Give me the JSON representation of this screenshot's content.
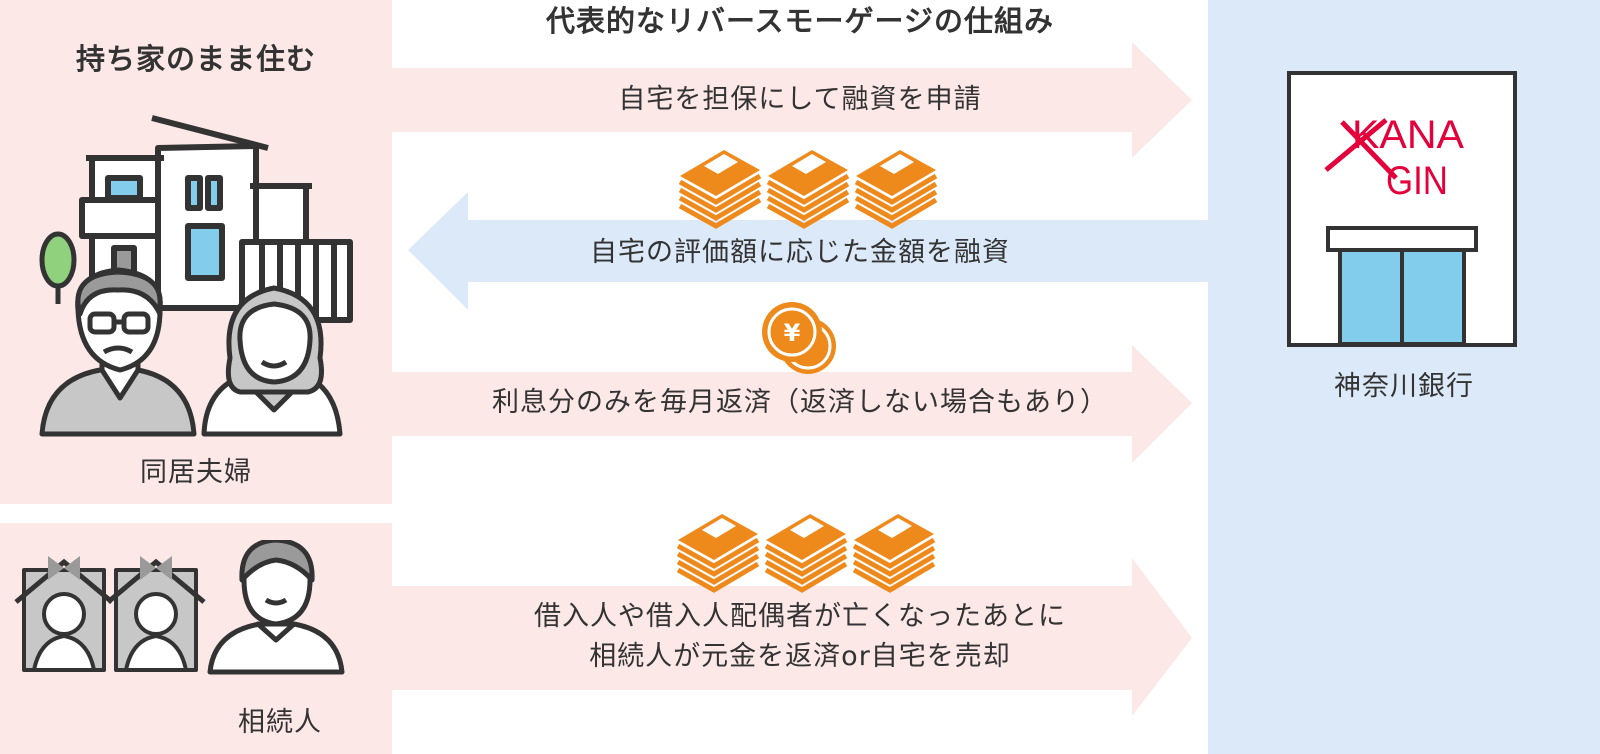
{
  "diagram": {
    "title": "代表的なリバースモーゲージの仕組み",
    "left_heading": "持ち家のまま住む",
    "couple_label": "同居夫婦",
    "heir_label": "相続人",
    "bank_label": "神奈川銀行",
    "bank_logo_text_top": "KANA",
    "bank_logo_text_bottom": "GIN",
    "coin_symbol": "¥",
    "arrows": [
      {
        "direction": "right",
        "text": "自宅を担保にして融資を申請"
      },
      {
        "direction": "left",
        "text": "自宅の評価額に応じた金額を融資"
      },
      {
        "direction": "right",
        "text": "利息分のみを毎月返済（返済しない場合もあり）"
      },
      {
        "direction": "right",
        "text_line1": "借入人や借入人配偶者が亡くなったあとに",
        "text_line2": "相続人が元金を返済or自宅を売却"
      }
    ],
    "colors": {
      "pink_panel": "#fde8e8",
      "blue_panel": "#dce9f9",
      "money_orange": "#ee8a1c",
      "logo_red": "#e4003a",
      "window_blue": "#82ccec",
      "tree_green": "#8fd17c",
      "outline": "#333333"
    }
  }
}
